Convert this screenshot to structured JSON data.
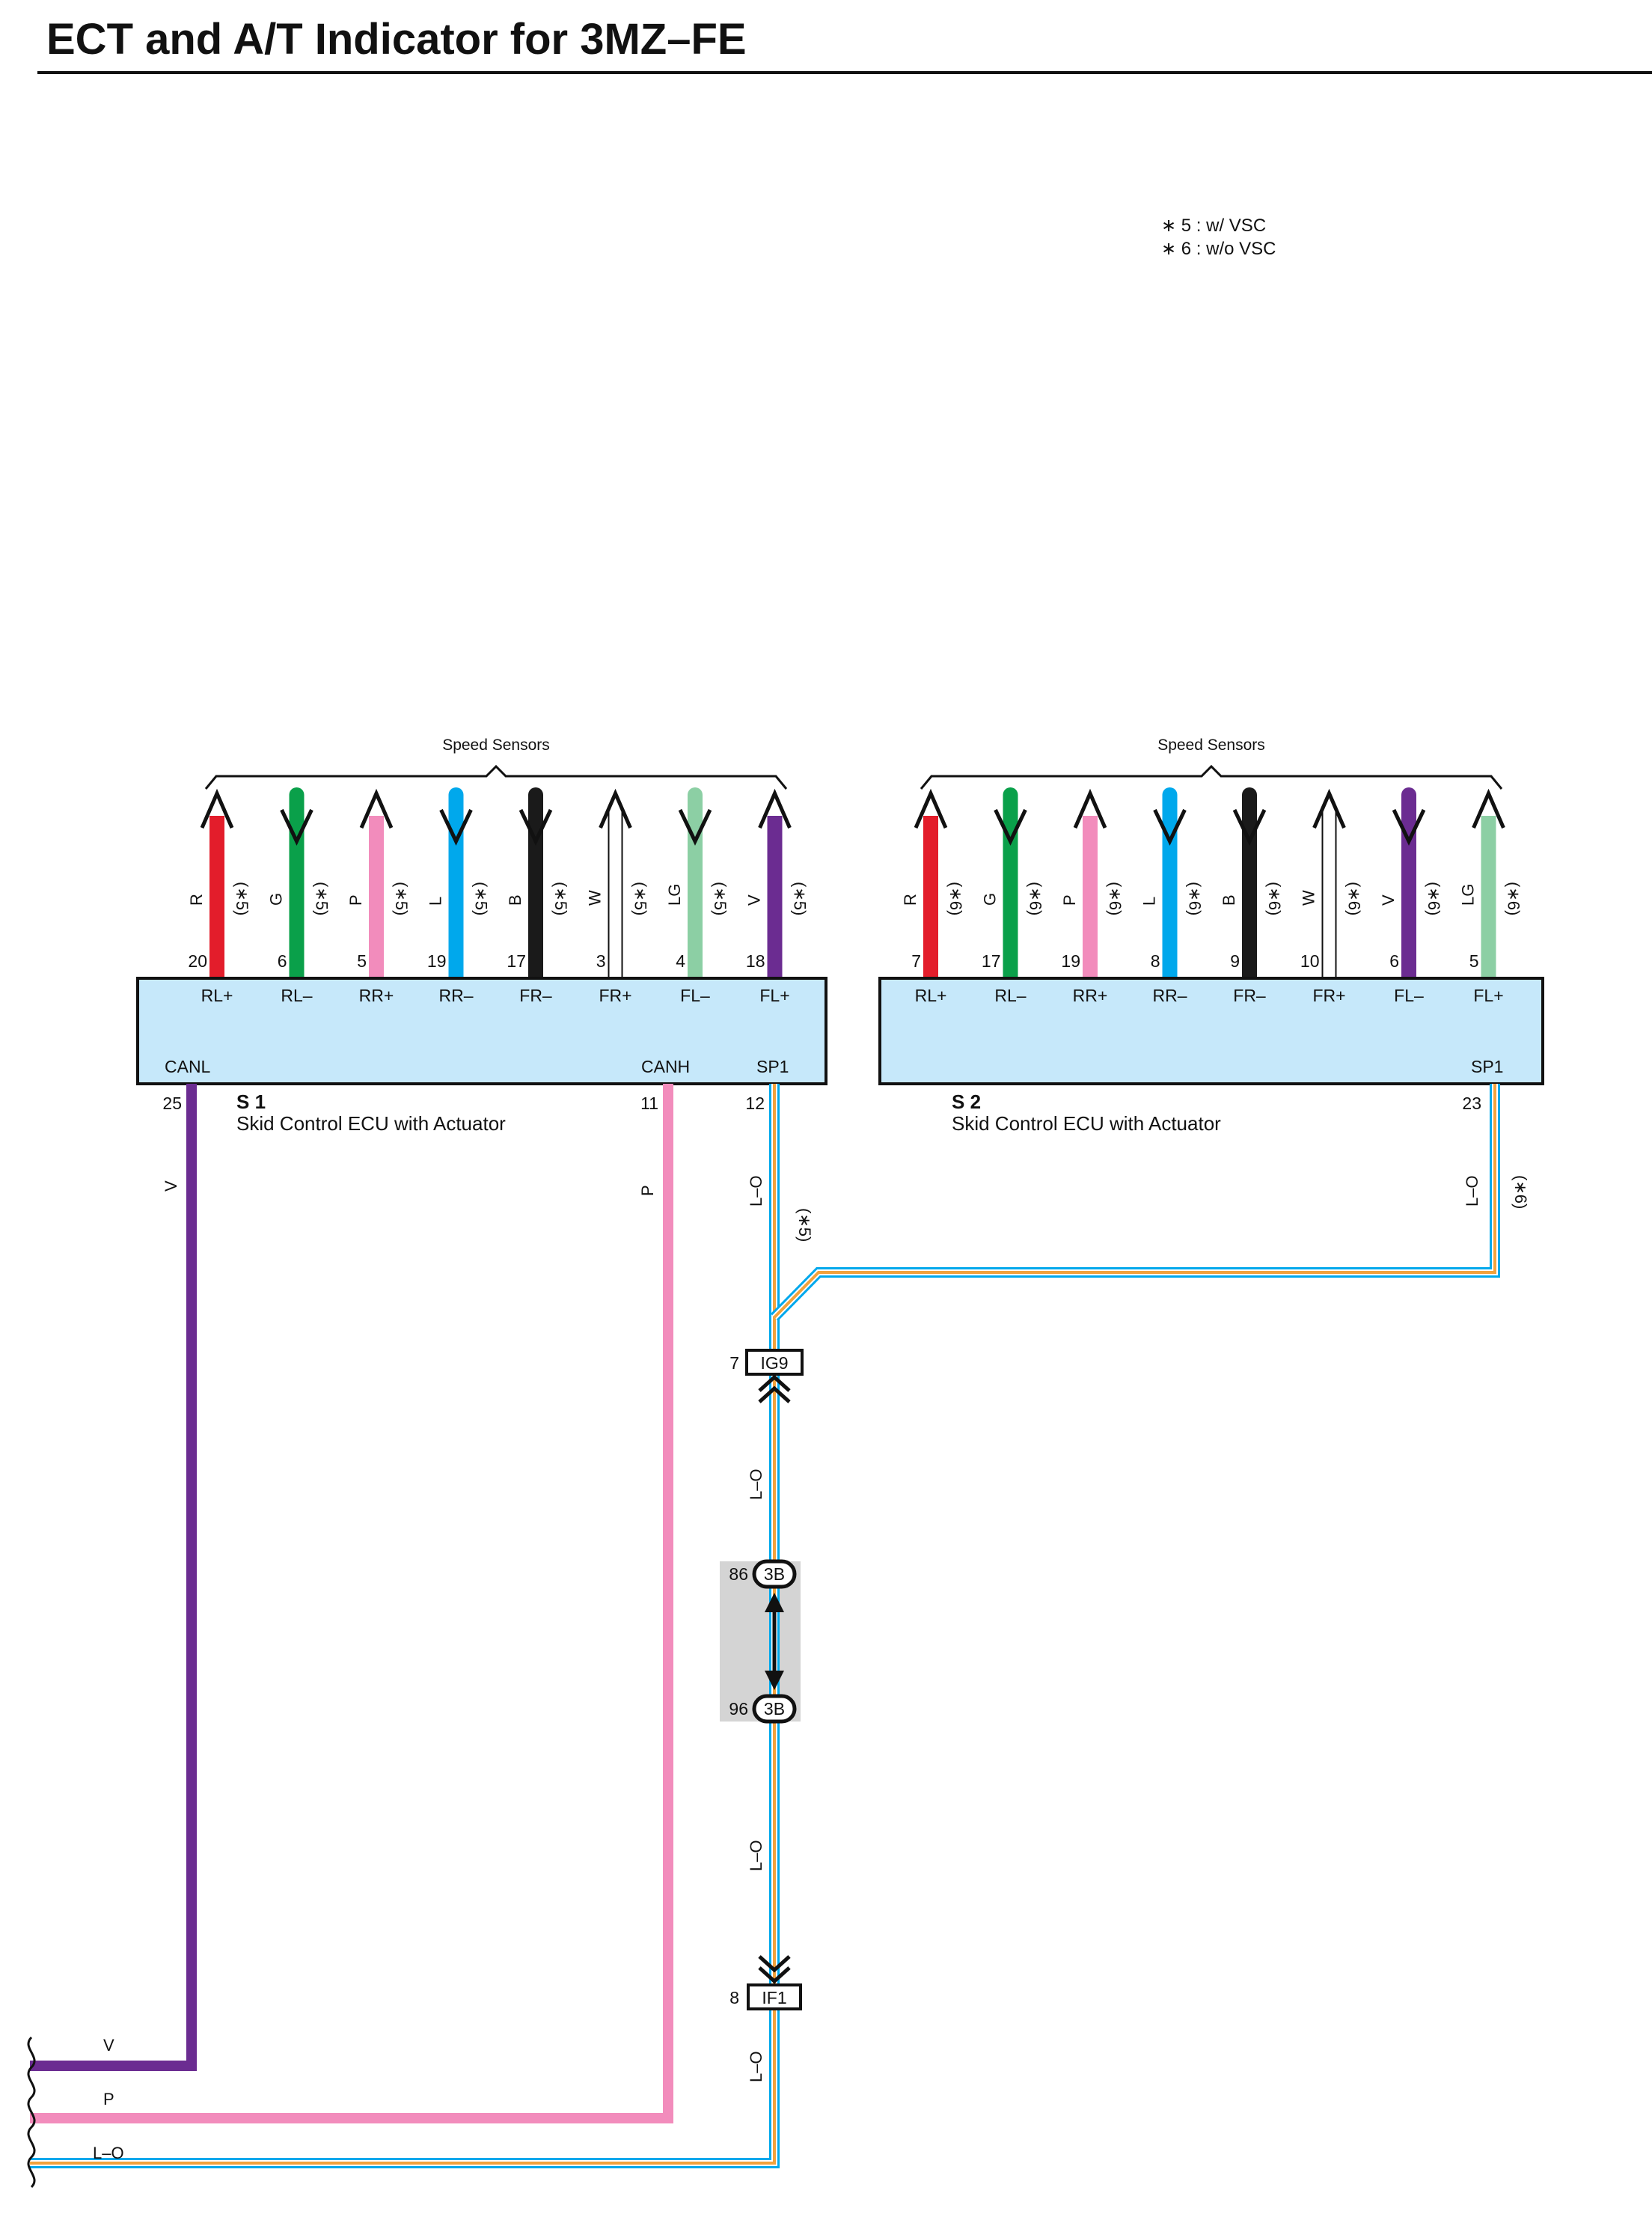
{
  "title": "ECT and A/T Indicator for 3MZ–FE",
  "notes": [
    "∗ 5 : w/ VSC",
    "∗ 6 : w/o VSC"
  ],
  "colors": {
    "R": "#e31d2b",
    "G": "#0aa04a",
    "P": "#f28cbc",
    "L": "#00a8ec",
    "B": "#1a1a1a",
    "W": "#ffffff",
    "LG": "#8ccfa4",
    "V": "#6b2c91",
    "O": "#f2a23c",
    "ecu_fill": "#c6e8fa",
    "connector_fill": "#d4d4d4"
  },
  "ecu1": {
    "id": "S 1",
    "name": "Skid Control ECU with Actuator",
    "group_label": "Speed Sensors",
    "variant": "(∗5)",
    "sensor_pins": [
      {
        "color": "R",
        "pin": "20",
        "terminal": "RL+",
        "arrow": "up"
      },
      {
        "color": "G",
        "pin": "6",
        "terminal": "RL–",
        "arrow": "down"
      },
      {
        "color": "P",
        "pin": "5",
        "terminal": "RR+",
        "arrow": "up"
      },
      {
        "color": "L",
        "pin": "19",
        "terminal": "RR–",
        "arrow": "down"
      },
      {
        "color": "B",
        "pin": "17",
        "terminal": "FR–",
        "arrow": "down"
      },
      {
        "color": "W",
        "pin": "3",
        "terminal": "FR+",
        "arrow": "up"
      },
      {
        "color": "LG",
        "pin": "4",
        "terminal": "FL–",
        "arrow": "down"
      },
      {
        "color": "V",
        "pin": "18",
        "terminal": "FL+",
        "arrow": "up"
      }
    ],
    "bottom_terminals": [
      {
        "terminal": "CANL",
        "pin": "25",
        "wire": "V"
      },
      {
        "terminal": "CANH",
        "pin": "11",
        "wire": "P"
      },
      {
        "terminal": "SP1",
        "pin": "12",
        "wire": "L–O",
        "variant": "(∗5)"
      }
    ]
  },
  "ecu2": {
    "id": "S 2",
    "name": "Skid Control ECU with Actuator",
    "group_label": "Speed Sensors",
    "variant": "(∗6)",
    "sensor_pins": [
      {
        "color": "R",
        "pin": "7",
        "terminal": "RL+",
        "arrow": "up"
      },
      {
        "color": "G",
        "pin": "17",
        "terminal": "RL–",
        "arrow": "down"
      },
      {
        "color": "P",
        "pin": "19",
        "terminal": "RR+",
        "arrow": "up"
      },
      {
        "color": "L",
        "pin": "8",
        "terminal": "RR–",
        "arrow": "down"
      },
      {
        "color": "B",
        "pin": "9",
        "terminal": "FR–",
        "arrow": "down"
      },
      {
        "color": "W",
        "pin": "10",
        "terminal": "FR+",
        "arrow": "up"
      },
      {
        "color": "V",
        "pin": "6",
        "terminal": "FL–",
        "arrow": "down"
      },
      {
        "color": "LG",
        "pin": "5",
        "terminal": "FL+",
        "arrow": "up"
      }
    ],
    "bottom_terminals": [
      {
        "terminal": "SP1",
        "pin": "23",
        "wire": "L–O",
        "variant": "(∗6)"
      }
    ]
  },
  "connectors": [
    {
      "pin": "7",
      "name": "IG9"
    },
    {
      "pin": "86",
      "name": "3B"
    },
    {
      "pin": "96",
      "name": "3B"
    },
    {
      "pin": "8",
      "name": "IF1"
    }
  ],
  "wire_labels": [
    "L–O",
    "L–O",
    "L–O"
  ],
  "exit_wires": [
    "V",
    "P",
    "L–O"
  ]
}
